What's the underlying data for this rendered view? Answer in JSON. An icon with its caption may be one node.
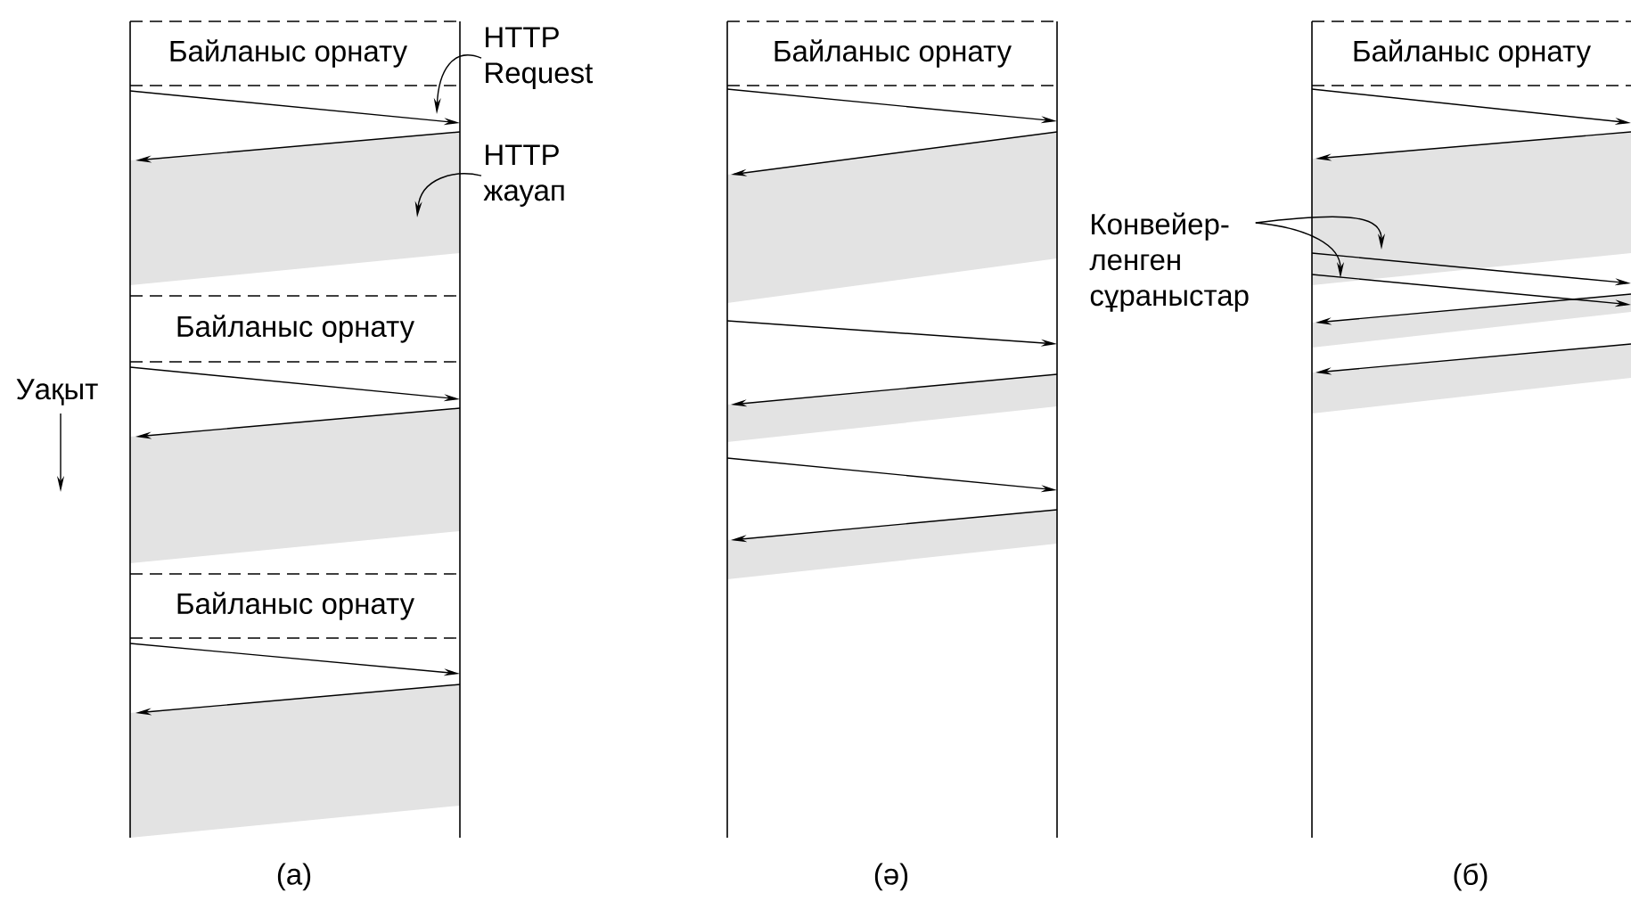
{
  "diagram": {
    "nodes": [
      {
        "text": [
          "Байланыс орнату"
        ]
      },
      {
        "text": [
          "HTTP Request"
        ]
      },
      {
        "text": [
          "HTTP жауап"
        ]
      },
      {
        "text": [
          "Байланыс орнату"
        ]
      },
      {
        "text": [
          "Байланыс орнату"
        ]
      },
      {
        "text": [
          "Байланыс орнату"
        ]
      },
      {
        "text": [
          "Байланыс орнату"
        ]
      },
      {
        "text": [
          "Конвейер- ленген сұраныстар"
        ]
      }
    ],
    "edges": [
      {
        "from": 1,
        "to": null,
        "arrow": "to"
      },
      {
        "from": 2,
        "to": null,
        "arrow": "to"
      },
      {
        "from": 7,
        "to": null,
        "arrow": "to"
      },
      {
        "from": 7,
        "to": null,
        "arrow": "to"
      }
    ],
    "labels": [
      "Уақыт",
      "(а)",
      "(ә)",
      "(б)"
    ]
  }
}
